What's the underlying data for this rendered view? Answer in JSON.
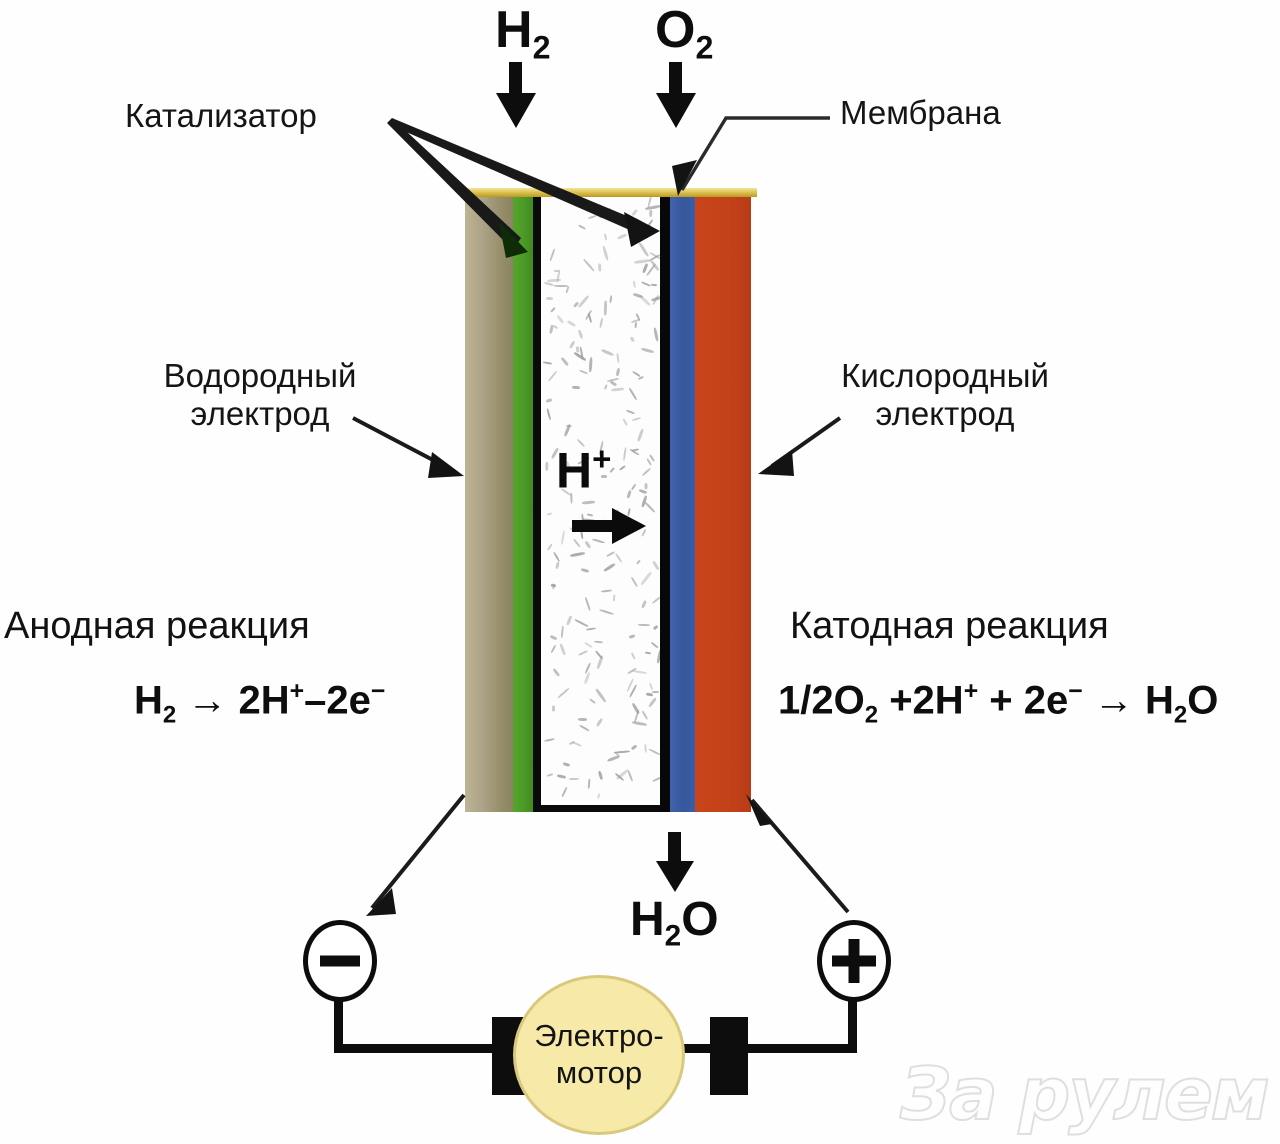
{
  "diagram": {
    "title_hidden": "",
    "gas_inlets": [
      {
        "name": "hydrogen-inlet",
        "label_main": "H",
        "label_sub": "2"
      },
      {
        "name": "oxygen-inlet",
        "label_main": "O",
        "label_sub": "2"
      }
    ],
    "callouts": {
      "catalyst": "Катализатор",
      "membrane": "Мембрана",
      "hydrogen_electrode": "Водородный\nэлектрод",
      "oxygen_electrode": "Кислородный\nэлектрод"
    },
    "ion_marker": {
      "symbol": "H",
      "charge": "+",
      "direction": "right"
    },
    "reactions": {
      "anode": {
        "title": "Анодная реакция",
        "equation_plain": "H2 → 2H+ – 2e−",
        "parts": [
          {
            "t": "H",
            "k": "n"
          },
          {
            "t": "2",
            "k": "sub"
          },
          {
            "t": " → 2H",
            "k": "n"
          },
          {
            "t": "+",
            "k": "sup"
          },
          {
            "t": "–2e",
            "k": "n"
          },
          {
            "t": "−",
            "k": "sup"
          }
        ]
      },
      "cathode": {
        "title": "Катодная реакция",
        "equation_plain": "1/2O2 +2H+ + 2e− → H2O",
        "parts": [
          {
            "t": "1/2O",
            "k": "n"
          },
          {
            "t": "2",
            "k": "sub"
          },
          {
            "t": " +2H",
            "k": "n"
          },
          {
            "t": "+",
            "k": "sup"
          },
          {
            "t": " + 2e",
            "k": "n"
          },
          {
            "t": "−",
            "k": "sup"
          },
          {
            "t": " → H",
            "k": "n"
          },
          {
            "t": "2",
            "k": "sub"
          },
          {
            "t": "O",
            "k": "n"
          }
        ]
      }
    },
    "product": {
      "label_main": "H",
      "label_sub": "2",
      "label_tail": "O"
    },
    "circuit": {
      "negative_terminal": "−",
      "positive_terminal": "+",
      "motor_label": "Электро-\nмотор"
    },
    "stack_layers": [
      {
        "name": "gold-top-cap",
        "color": "#d9bc4a"
      },
      {
        "name": "hydrogen-electrode",
        "color": "#a39a7c"
      },
      {
        "name": "anode-catalyst",
        "color": "#4d9b27"
      },
      {
        "name": "anode-contact",
        "color": "#0a0a0a"
      },
      {
        "name": "proton-membrane",
        "color": "#fdfdfd"
      },
      {
        "name": "cathode-contact",
        "color": "#080808"
      },
      {
        "name": "cathode-catalyst",
        "color": "#37579c"
      },
      {
        "name": "oxygen-electrode",
        "color": "#c4421a"
      }
    ],
    "watermark": "За рулем"
  }
}
